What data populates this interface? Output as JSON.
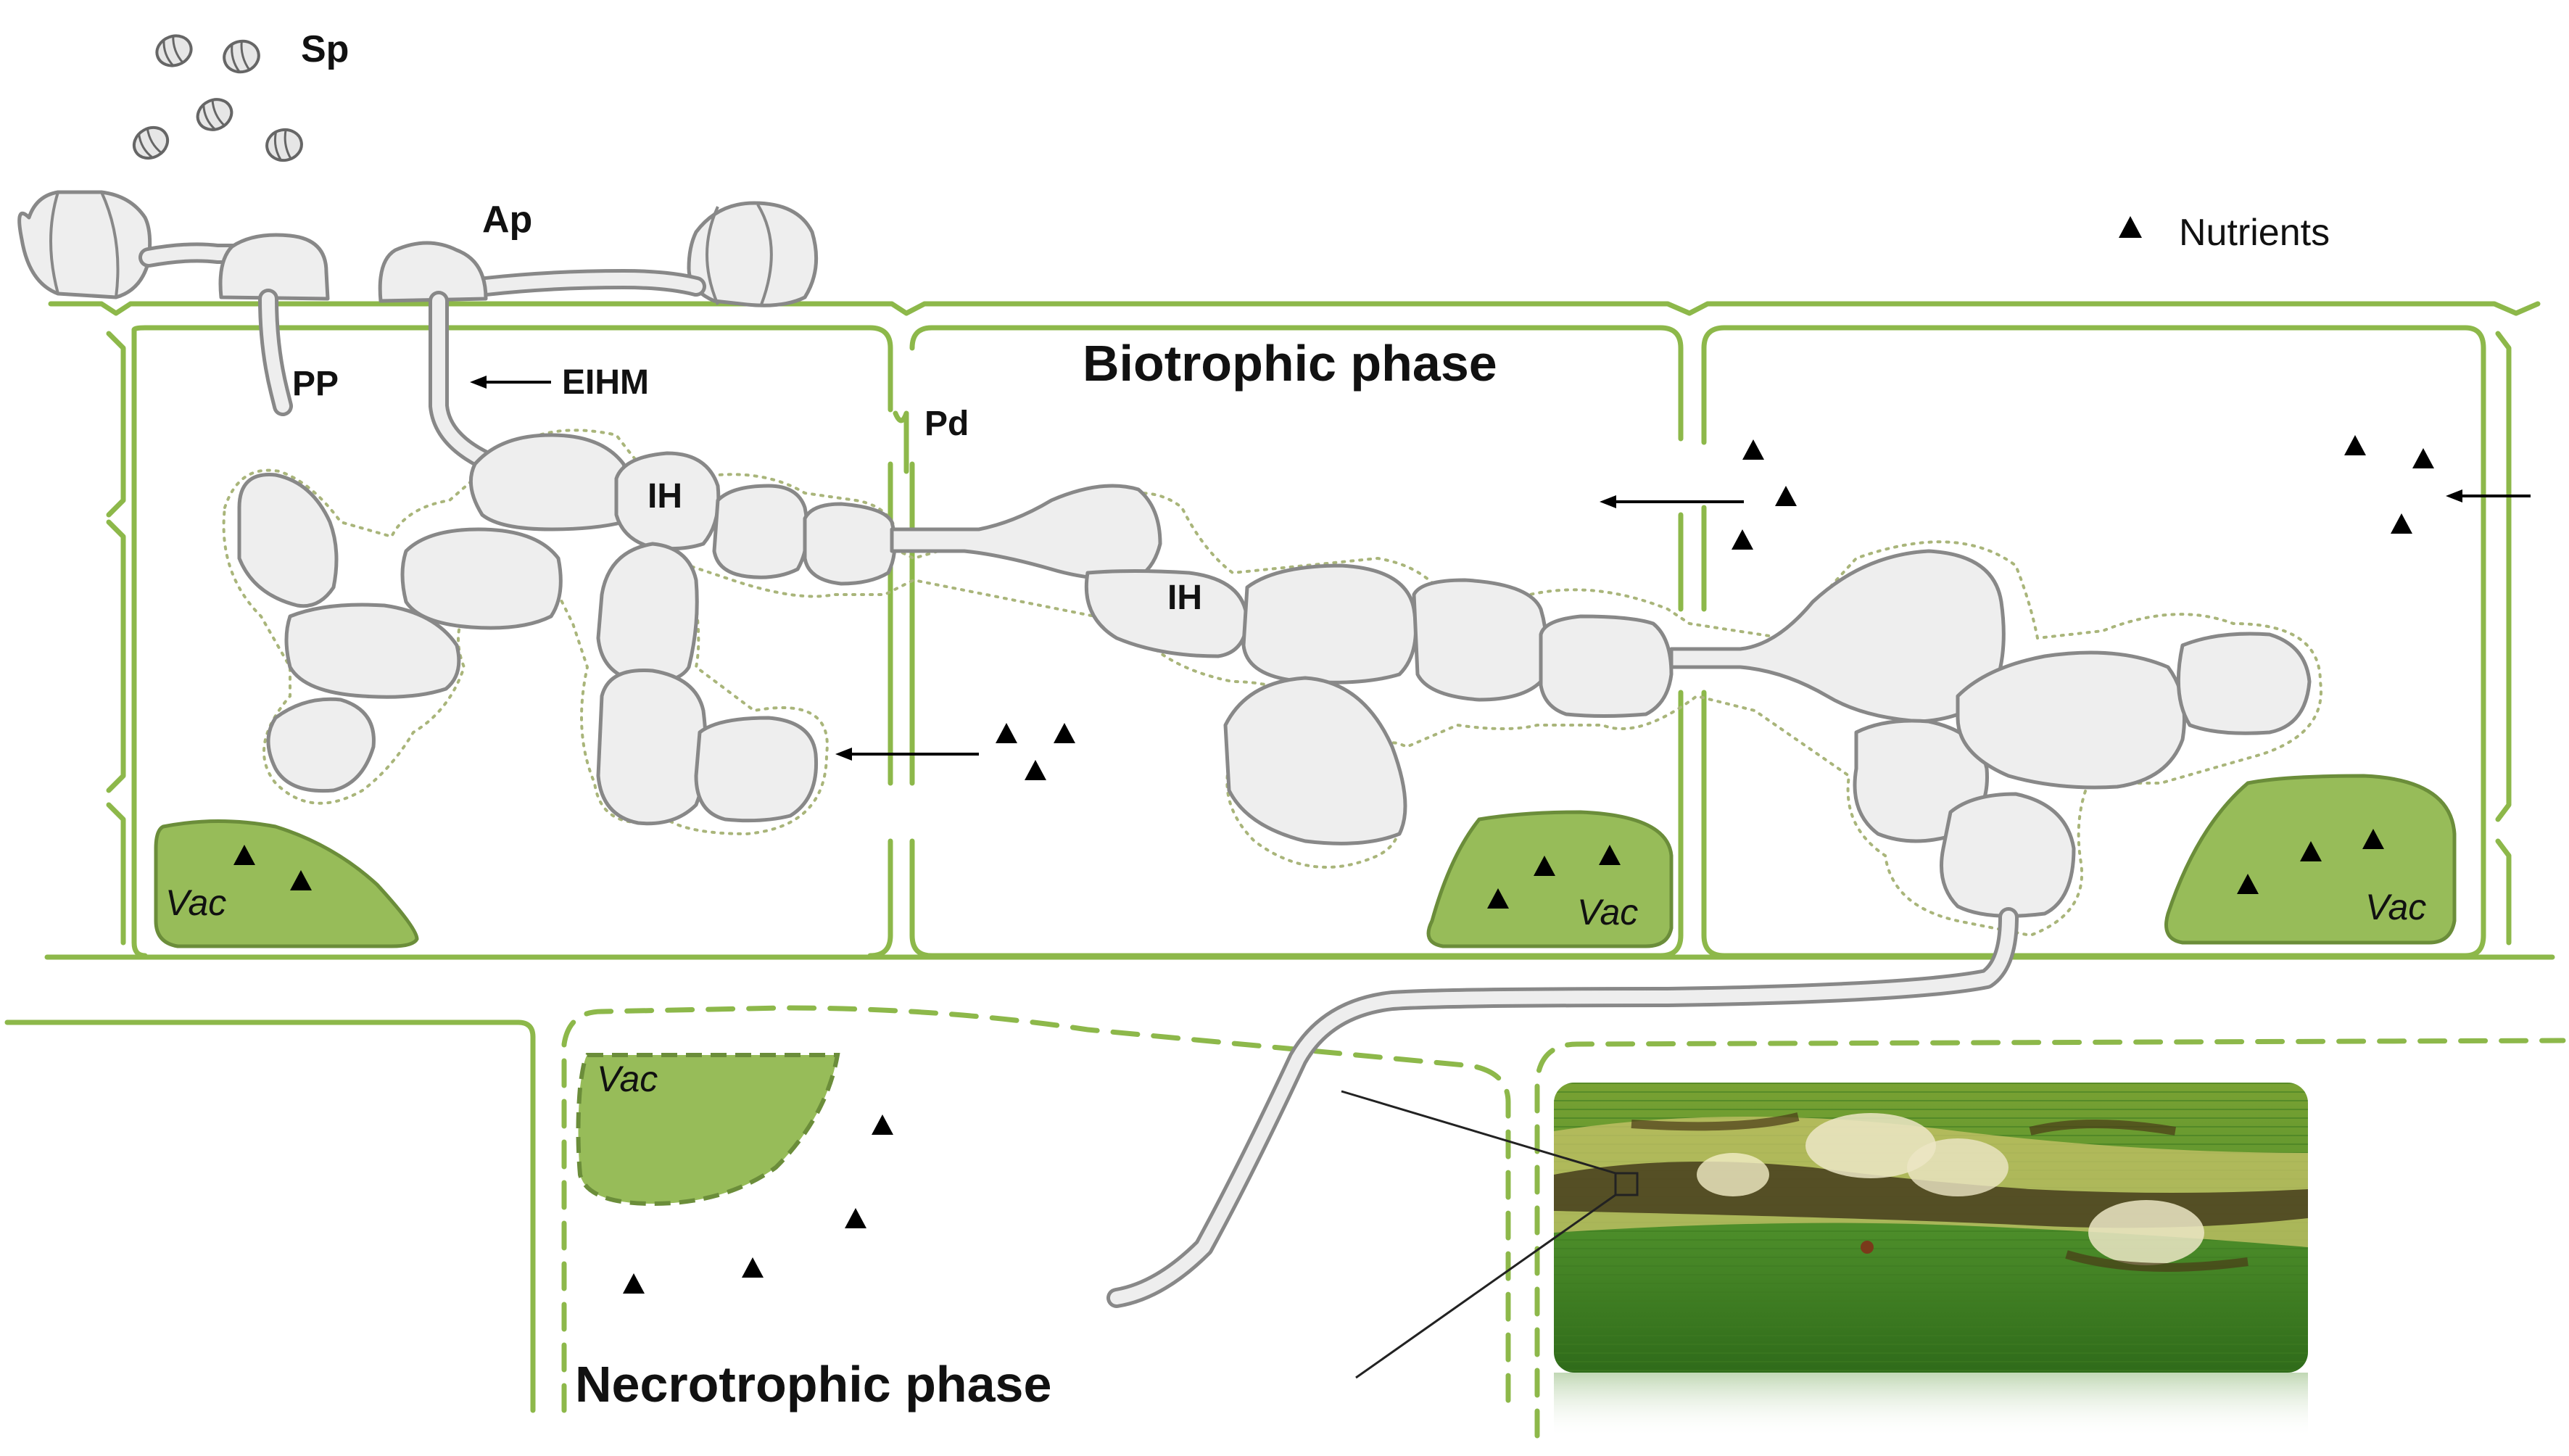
{
  "labels": {
    "spores": "Sp",
    "appressorium": "Ap",
    "penetration_peg": "PP",
    "eihm": "EIHM",
    "plasmodesma": "Pd",
    "ih_first": "IH",
    "ih_second": "IH",
    "biotrophic": "Biotrophic phase",
    "necrotrophic": "Necrotrophic phase",
    "vacuole": "Vac",
    "nutrients_legend": "Nutrients"
  },
  "colors": {
    "cell_wall": "#8db84a",
    "vacuole": "#97bc59",
    "hypha_fill": "#eeeeee",
    "hypha_outline": "#888888",
    "nutrient": "#000000"
  },
  "icons": {
    "nutrient": "black-triangle-icon",
    "spore": "spore-icon"
  }
}
